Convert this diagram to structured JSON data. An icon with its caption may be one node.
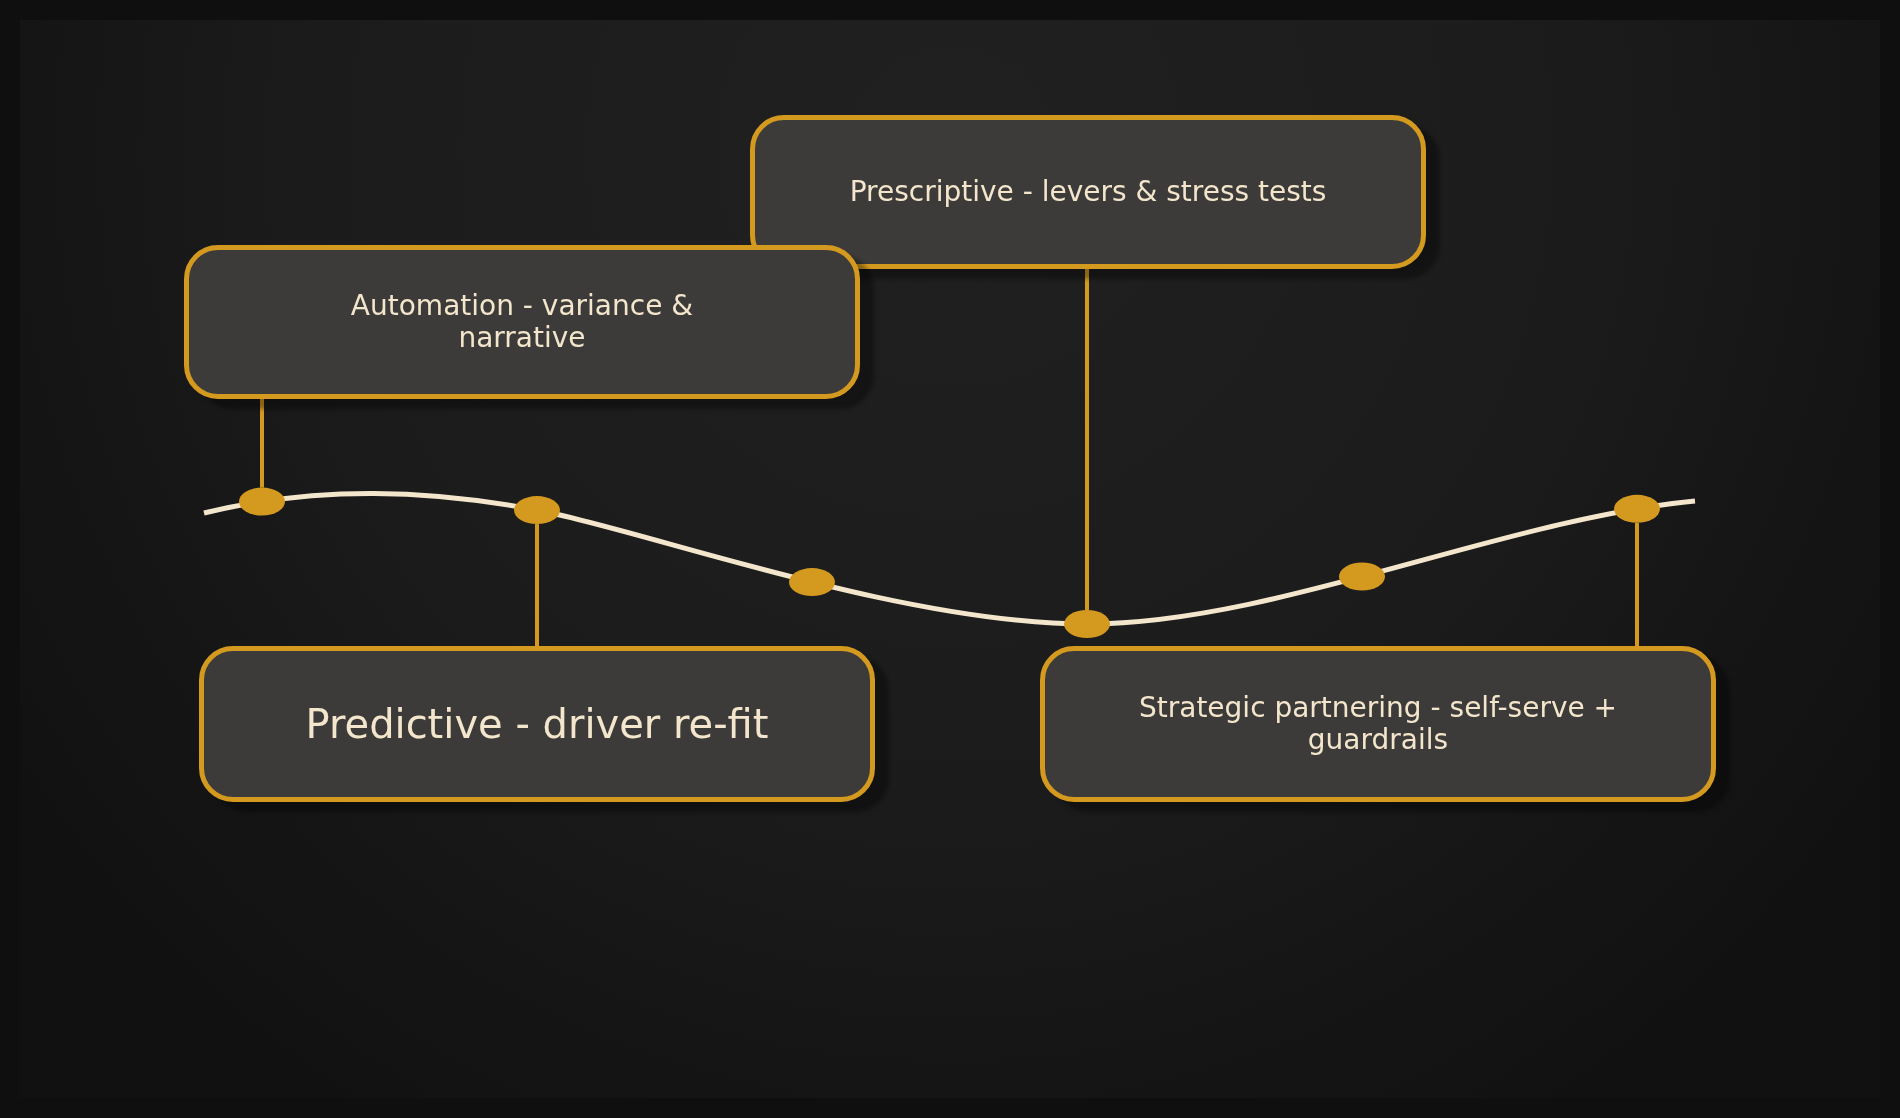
{
  "diagram": {
    "nodes": [
      {
        "text": [
          "Prescriptive - levers & stress tests"
        ]
      },
      {
        "text": [
          "Automation - variance & narrative"
        ]
      },
      {
        "text": [],
        "shape": "circle"
      },
      {
        "text": [],
        "shape": "circle"
      },
      {
        "text": [],
        "shape": "circle"
      },
      {
        "text": [],
        "shape": "circle"
      },
      {
        "text": [],
        "shape": "circle"
      },
      {
        "text": [],
        "shape": "circle"
      },
      {
        "text": [
          "Predictive - driver re-fit"
        ]
      },
      {
        "text": [
          "Strategic partnering - self-serve + guardrails"
        ]
      }
    ],
    "edges": [
      {
        "from": 1,
        "to": 2,
        "arrow": "none"
      },
      {
        "from": 8,
        "to": 3,
        "arrow": "none"
      },
      {
        "from": 0,
        "to": 5,
        "arrow": "none"
      },
      {
        "from": 9,
        "to": 7,
        "arrow": "none"
      }
    ]
  }
}
